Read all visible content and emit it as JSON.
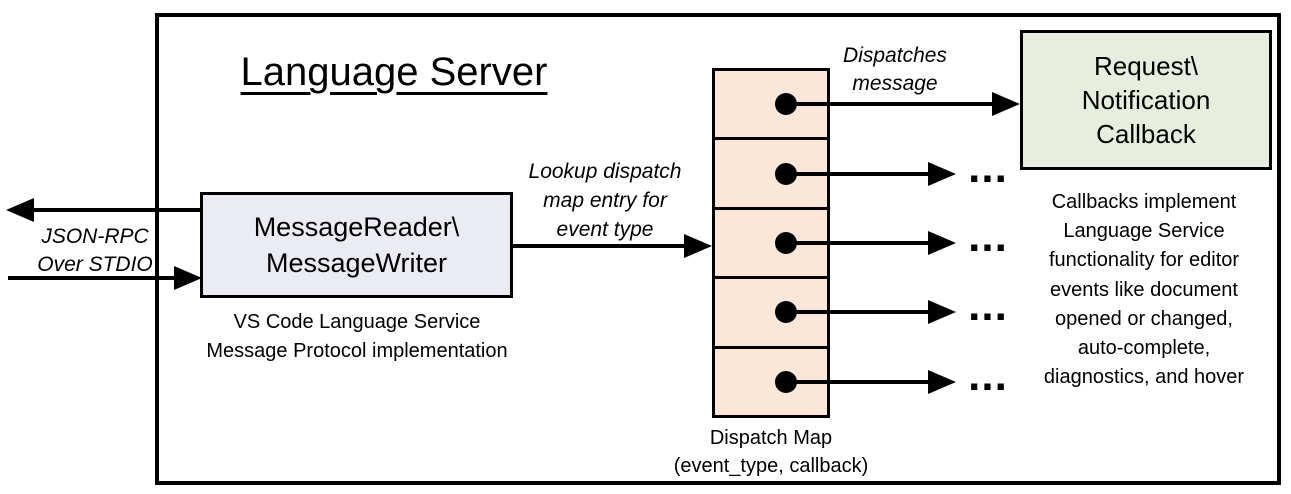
{
  "diagram": {
    "title": "Language Server",
    "io_label": "JSON-RPC\nOver STDIO",
    "message_box": {
      "label": "MessageReader\\\nMessageWriter",
      "caption": "VS Code Language Service\nMessage Protocol implementation"
    },
    "lookup_label": "Lookup dispatch\nmap entry for\nevent type",
    "dispatch_map": {
      "caption": "Dispatch Map\n(event_type, callback)",
      "row_count": 5
    },
    "dispatches_label": "Dispatches\nmessage",
    "callback_box": {
      "label": "Request\\\nNotification\nCallback"
    },
    "callbacks_note": "Callbacks implement\nLanguage Service\nfunctionality for editor\nevents like document\nopened or changed,\nauto-complete,\ndiagnostics, and hover",
    "ellipsis": "...",
    "colors": {
      "message_box_fill": "#ebebf3",
      "dispatch_map_fill": "#fbe6d7",
      "callback_box_fill": "#e8eedd",
      "line": "#000000",
      "background": "#ffffff"
    }
  }
}
